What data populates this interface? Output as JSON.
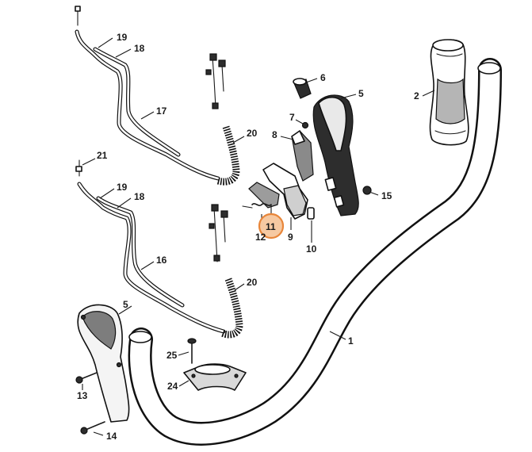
{
  "callouts": [
    {
      "id": "c19a",
      "text": "19"
    },
    {
      "id": "c18a",
      "text": "18"
    },
    {
      "id": "c17",
      "text": "17"
    },
    {
      "id": "c20a",
      "text": "20"
    },
    {
      "id": "c21",
      "text": "21"
    },
    {
      "id": "c19b",
      "text": "19"
    },
    {
      "id": "c18b",
      "text": "18"
    },
    {
      "id": "c16",
      "text": "16"
    },
    {
      "id": "c20b",
      "text": "20"
    },
    {
      "id": "c6",
      "text": "6"
    },
    {
      "id": "c5a",
      "text": "5"
    },
    {
      "id": "c7",
      "text": "7"
    },
    {
      "id": "c8",
      "text": "8"
    },
    {
      "id": "c2",
      "text": "2"
    },
    {
      "id": "c15",
      "text": "15"
    },
    {
      "id": "c11",
      "text": "11"
    },
    {
      "id": "c12",
      "text": "12"
    },
    {
      "id": "c9",
      "text": "9"
    },
    {
      "id": "c10",
      "text": "10"
    },
    {
      "id": "c5b",
      "text": "5"
    },
    {
      "id": "c1",
      "text": "1"
    },
    {
      "id": "c25",
      "text": "25"
    },
    {
      "id": "c24",
      "text": "24"
    },
    {
      "id": "c13",
      "text": "13"
    },
    {
      "id": "c14",
      "text": "14"
    }
  ],
  "highlight": {
    "text": "11",
    "color": "#e8863a"
  }
}
